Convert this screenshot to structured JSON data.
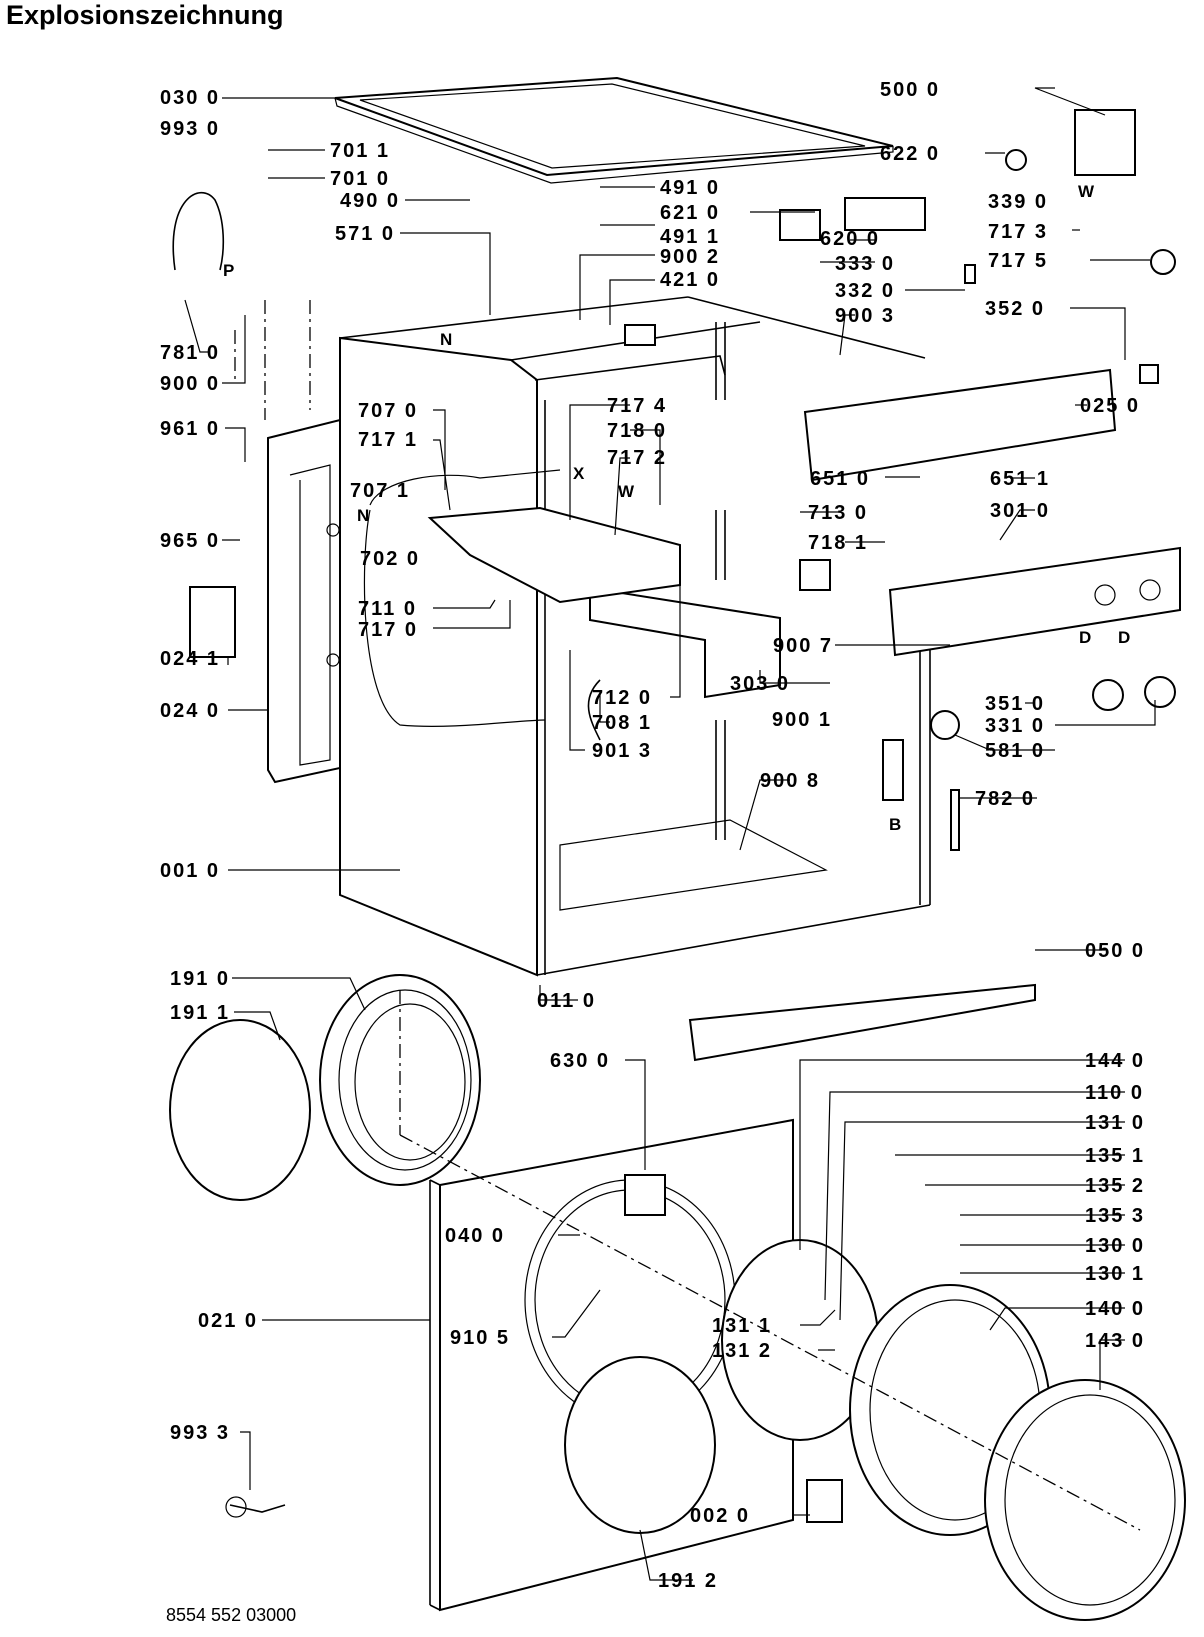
{
  "header": {
    "title": "Explosionszeichnung"
  },
  "footer": {
    "doc_number": "8554 552 03000"
  },
  "parts": [
    {
      "id": "p030-0",
      "label": "030 0"
    },
    {
      "id": "p993-0",
      "label": "993 0"
    },
    {
      "id": "p701-1",
      "label": "701 1"
    },
    {
      "id": "p701-0",
      "label": "701 0"
    },
    {
      "id": "p490-0",
      "label": "490 0"
    },
    {
      "id": "p571-0",
      "label": "571 0"
    },
    {
      "id": "p491-0",
      "label": "491 0"
    },
    {
      "id": "p621-0",
      "label": "621 0"
    },
    {
      "id": "p491-1",
      "label": "491 1"
    },
    {
      "id": "p900-2",
      "label": "900 2"
    },
    {
      "id": "p421-0",
      "label": "421 0"
    },
    {
      "id": "p500-0",
      "label": "500 0"
    },
    {
      "id": "p622-0",
      "label": "622 0"
    },
    {
      "id": "p339-0",
      "label": "339 0"
    },
    {
      "id": "p717-3",
      "label": "717 3"
    },
    {
      "id": "p717-5",
      "label": "717 5"
    },
    {
      "id": "p620-0",
      "label": "620 0"
    },
    {
      "id": "p333-0",
      "label": "333 0"
    },
    {
      "id": "p332-0",
      "label": "332 0"
    },
    {
      "id": "p900-3",
      "label": "900 3"
    },
    {
      "id": "p352-0",
      "label": "352 0"
    },
    {
      "id": "p781-0",
      "label": "781 0"
    },
    {
      "id": "p900-0",
      "label": "900 0"
    },
    {
      "id": "p961-0",
      "label": "961 0"
    },
    {
      "id": "p707-0",
      "label": "707 0"
    },
    {
      "id": "p717-1",
      "label": "717 1"
    },
    {
      "id": "p717-4",
      "label": "717 4"
    },
    {
      "id": "p718-0",
      "label": "718 0"
    },
    {
      "id": "p717-2",
      "label": "717 2"
    },
    {
      "id": "p025-0",
      "label": "025 0"
    },
    {
      "id": "p707-1",
      "label": "707 1"
    },
    {
      "id": "p651-0",
      "label": "651 0"
    },
    {
      "id": "p651-1",
      "label": "651 1"
    },
    {
      "id": "p965-0",
      "label": "965 0"
    },
    {
      "id": "p702-0",
      "label": "702 0"
    },
    {
      "id": "p713-0",
      "label": "713 0"
    },
    {
      "id": "p301-0",
      "label": "301 0"
    },
    {
      "id": "p718-1",
      "label": "718 1"
    },
    {
      "id": "p711-0",
      "label": "711 0"
    },
    {
      "id": "p717-0",
      "label": "717 0"
    },
    {
      "id": "p024-1",
      "label": "024 1"
    },
    {
      "id": "p900-7",
      "label": "900 7"
    },
    {
      "id": "p712-0",
      "label": "712 0"
    },
    {
      "id": "p303-0",
      "label": "303 0"
    },
    {
      "id": "p351-0",
      "label": "351 0"
    },
    {
      "id": "p024-0",
      "label": "024 0"
    },
    {
      "id": "p708-1",
      "label": "708 1"
    },
    {
      "id": "p331-0",
      "label": "331 0"
    },
    {
      "id": "p900-1",
      "label": "900 1"
    },
    {
      "id": "p581-0",
      "label": "581 0"
    },
    {
      "id": "p901-3",
      "label": "901 3"
    },
    {
      "id": "p900-8",
      "label": "900 8"
    },
    {
      "id": "p782-0",
      "label": "782 0"
    },
    {
      "id": "p001-0",
      "label": "001 0"
    },
    {
      "id": "p050-0",
      "label": "050 0"
    },
    {
      "id": "p191-0",
      "label": "191 0"
    },
    {
      "id": "p011-0",
      "label": "011 0"
    },
    {
      "id": "p191-1",
      "label": "191 1"
    },
    {
      "id": "p630-0",
      "label": "630 0"
    },
    {
      "id": "p144-0",
      "label": "144 0"
    },
    {
      "id": "p110-0",
      "label": "110 0"
    },
    {
      "id": "p131-0",
      "label": "131 0"
    },
    {
      "id": "p135-1",
      "label": "135 1"
    },
    {
      "id": "p135-2",
      "label": "135 2"
    },
    {
      "id": "p135-3",
      "label": "135 3"
    },
    {
      "id": "p040-0",
      "label": "040 0"
    },
    {
      "id": "p130-0",
      "label": "130 0"
    },
    {
      "id": "p130-1",
      "label": "130 1"
    },
    {
      "id": "p021-0",
      "label": "021 0"
    },
    {
      "id": "p910-5",
      "label": "910 5"
    },
    {
      "id": "p131-1",
      "label": "131 1"
    },
    {
      "id": "p140-0",
      "label": "140 0"
    },
    {
      "id": "p131-2",
      "label": "131 2"
    },
    {
      "id": "p143-0",
      "label": "143 0"
    },
    {
      "id": "p993-3",
      "label": "993 3"
    },
    {
      "id": "p002-0",
      "label": "002 0"
    },
    {
      "id": "p191-2",
      "label": "191 2"
    }
  ],
  "markers": [
    "P",
    "N",
    "X",
    "W",
    "W",
    "N",
    "D",
    "D",
    "B"
  ]
}
